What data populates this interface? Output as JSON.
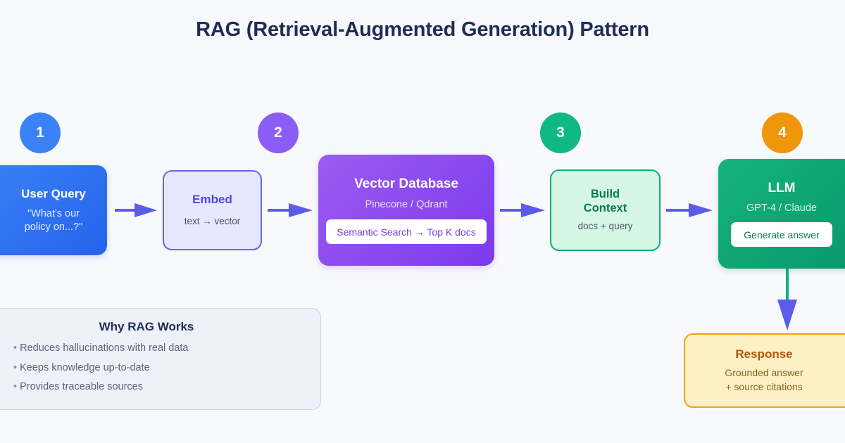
{
  "title": "RAG (Retrieval-Augmented Generation) Pattern",
  "background_color": "#f8f9fc",
  "badges": [
    {
      "number": "1",
      "color": "#3b82f6"
    },
    {
      "number": "2",
      "color": "#8b5cf6"
    },
    {
      "number": "3",
      "color": "#10b981"
    },
    {
      "number": "4",
      "color": "#f0960a"
    }
  ],
  "nodes": [
    {
      "id": "user-query",
      "title": "User Query",
      "subtitle": "\"What's our\npolicy on...?\"",
      "subtitle_line1": "\"What's our",
      "subtitle_line2": "policy on...?\"",
      "color": "#2563eb",
      "style": "filled-gradient"
    },
    {
      "id": "embed",
      "title": "Embed",
      "subtitle": "text → vector",
      "color": "#6c63e8",
      "style": "outlined"
    },
    {
      "id": "vector-db",
      "title": "Vector Database",
      "subtitle": "Pinecone / Qdrant",
      "pill": "Semantic Search → Top K docs",
      "color": "#7c3aed",
      "style": "filled-gradient"
    },
    {
      "id": "build-context",
      "title_line1": "Build",
      "title_line2": "Context",
      "subtitle": "docs + query",
      "color": "#0fae76",
      "style": "outlined"
    },
    {
      "id": "llm",
      "title": "LLM",
      "subtitle": "GPT-4 / Claude",
      "pill": "Generate answer",
      "color": "#079669",
      "style": "filled-gradient"
    },
    {
      "id": "response",
      "title": "Response",
      "subtitle_line1": "Grounded answer",
      "subtitle_line2": "+ source citations",
      "color": "#f0a11e",
      "style": "outlined"
    }
  ],
  "arrows": {
    "horizontal_color": "#5b5bec",
    "vertical_line_color": "#0fae76",
    "vertical_head_color": "#5b5bec"
  },
  "info_card": {
    "title": "Why RAG Works",
    "bullets": [
      "Reduces hallucinations with real data",
      "Keeps knowledge up-to-date",
      "Provides traceable sources"
    ]
  }
}
